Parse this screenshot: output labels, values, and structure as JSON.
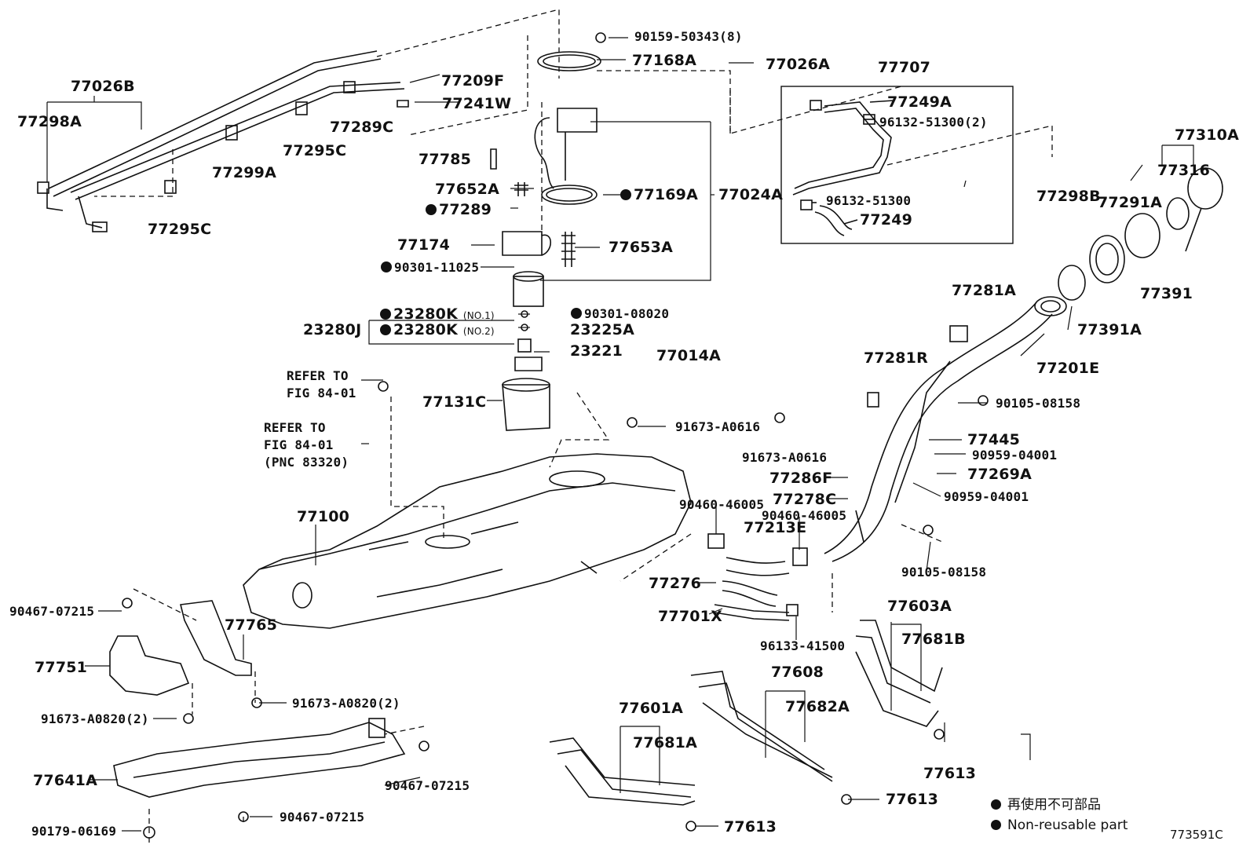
{
  "diagram_id": "773591C",
  "legend": {
    "item_ja": "再使用不可部品",
    "item_en": "Non-reusable part"
  },
  "labels": {
    "p77026B": "77026B",
    "p77298A": "77298A",
    "p77299A": "77299A",
    "p77295C_a": "77295C",
    "p77295C_b": "77295C",
    "p77289C": "77289C",
    "p77209F": "77209F",
    "p77241W": "77241W",
    "p90159": "90159-50343(8)",
    "p77168A": "77168A",
    "p77026A": "77026A",
    "p77707": "77707",
    "p77249A": "77249A",
    "p96132_2": "96132-51300(2)",
    "p96132": "96132-51300",
    "p77249": "77249",
    "p77298B": "77298B",
    "p77310A": "77310A",
    "p77316": "77316",
    "p77291A": "77291A",
    "p77391": "77391",
    "p77391A": "77391A",
    "p77785": "77785",
    "p77652A": "77652A",
    "p77289": "77289",
    "p77169A": "77169A",
    "p77024A": "77024A",
    "p77174": "77174",
    "p77653A": "77653A",
    "p90301_11025": "90301-11025",
    "p23280K1": "23280K",
    "p23280K1_note": "(NO.1)",
    "p90301_08020": "90301-08020",
    "p23280J": "23280J",
    "p23280K2": "23280K",
    "p23280K2_note": "(NO.2)",
    "p23225A": "23225A",
    "p23221": "23221",
    "p77014A": "77014A",
    "p77131C": "77131C",
    "p91673_A0616_a": "91673-A0616",
    "p91673_A0616_b": "91673-A0616",
    "refer1_a": "REFER TO",
    "refer1_b": "FIG 84-01",
    "refer2_a": "REFER TO",
    "refer2_b": "FIG 84-01",
    "refer2_c": "(PNC 83320)",
    "p77281A": "77281A",
    "p77281R": "77281R",
    "p77201E": "77201E",
    "p90105_08158_a": "90105-08158",
    "p77445": "77445",
    "p90959_04001_a": "90959-04001",
    "p77269A": "77269A",
    "p90959_04001_b": "90959-04001",
    "p77286F": "77286F",
    "p77278C": "77278C",
    "p90460_46005_a": "90460-46005",
    "p90460_46005_b": "90460-46005",
    "p77213E": "77213E",
    "p90105_08158_b": "90105-08158",
    "p77100": "77100",
    "p77276": "77276",
    "p77701X": "77701X",
    "p96133": "96133-41500",
    "p90467_07215_a": "90467-07215",
    "p77765": "77765",
    "p77751": "77751",
    "p91673_A0820_a": "91673-A0820(2)",
    "p91673_A0820_b": "91673-A0820(2)",
    "p77641A": "77641A",
    "p90467_07215_b": "90467-07215",
    "p90467_07215_c": "90467-07215",
    "p90179": "90179-06169",
    "p77603A": "77603A",
    "p77681B": "77681B",
    "p77608": "77608",
    "p77682A": "77682A",
    "p77601A": "77601A",
    "p77681A": "77681A",
    "p77613_a": "77613",
    "p77613_b": "77613",
    "p77613_c": "77613"
  }
}
